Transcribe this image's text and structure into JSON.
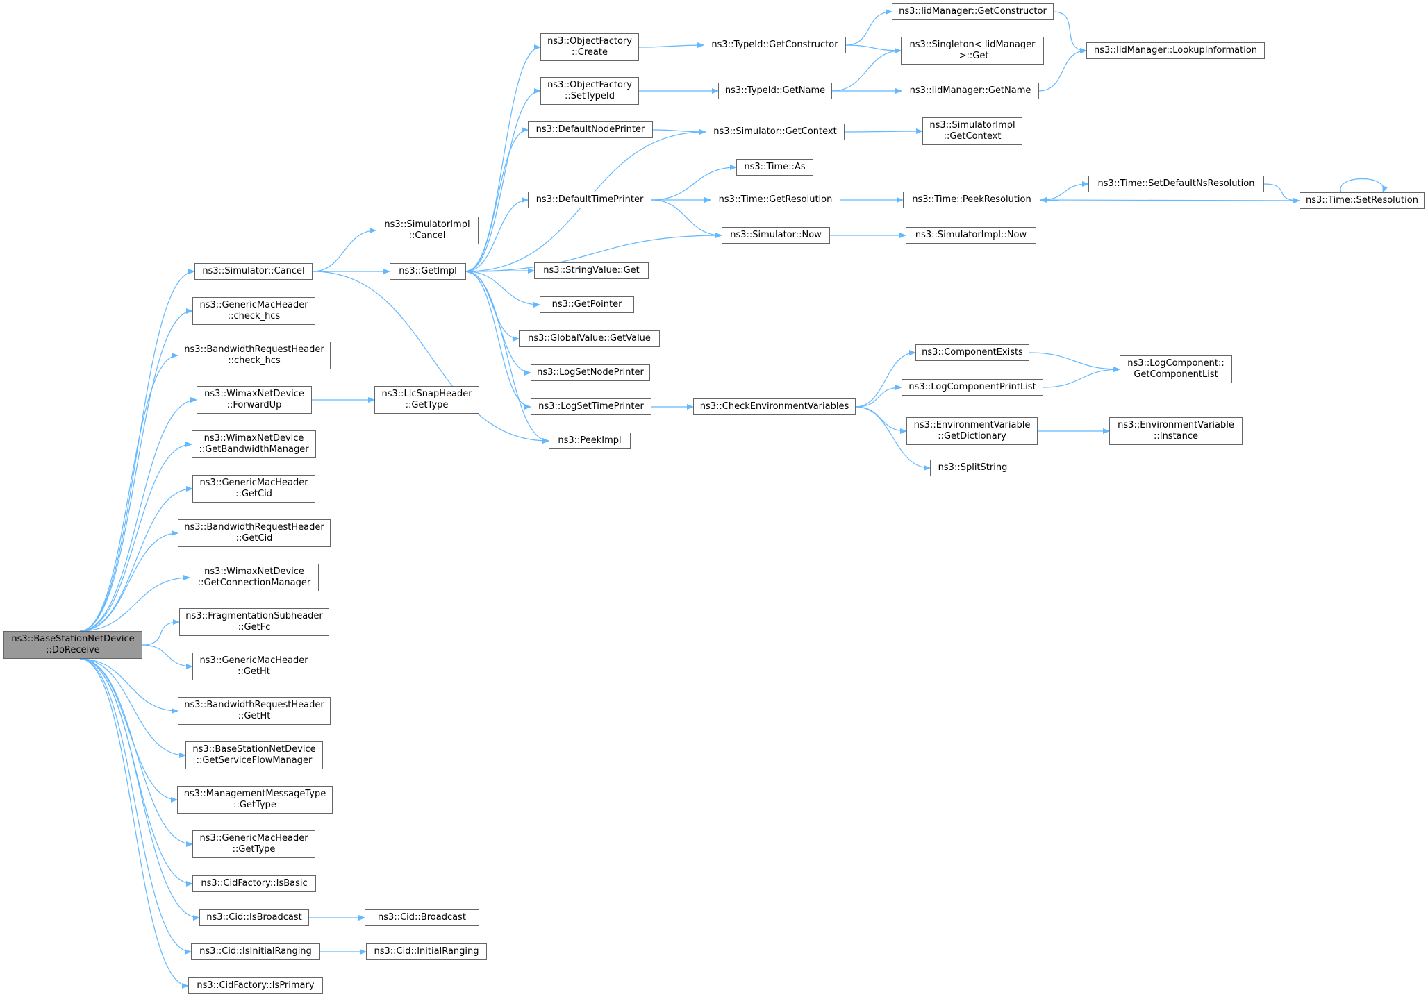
{
  "diagram": {
    "type": "call-graph",
    "colors": {
      "edge": "#63b8ff",
      "node_border": "#666666",
      "root_fill": "#999999",
      "node_fill": "#ffffff"
    },
    "root": "n_doreceive",
    "nodes": [
      {
        "id": "n_doreceive",
        "label": "ns3::BaseStationNetDevice\n::DoReceive"
      },
      {
        "id": "n_sim_cancel",
        "label": "ns3::Simulator::Cancel"
      },
      {
        "id": "n_gmh_check_hcs",
        "label": "ns3::GenericMacHeader\n::check_hcs"
      },
      {
        "id": "n_brh_check_hcs",
        "label": "ns3::BandwidthRequestHeader\n::check_hcs"
      },
      {
        "id": "n_wnd_forwardup",
        "label": "ns3::WimaxNetDevice\n::ForwardUp"
      },
      {
        "id": "n_wnd_getbwmgr",
        "label": "ns3::WimaxNetDevice\n::GetBandwidthManager"
      },
      {
        "id": "n_gmh_getcid",
        "label": "ns3::GenericMacHeader\n::GetCid"
      },
      {
        "id": "n_brh_getcid",
        "label": "ns3::BandwidthRequestHeader\n::GetCid"
      },
      {
        "id": "n_wnd_getconnmgr",
        "label": "ns3::WimaxNetDevice\n::GetConnectionManager"
      },
      {
        "id": "n_frag_getfc",
        "label": "ns3::FragmentationSubheader\n::GetFc"
      },
      {
        "id": "n_gmh_getht",
        "label": "ns3::GenericMacHeader\n::GetHt"
      },
      {
        "id": "n_brh_getht",
        "label": "ns3::BandwidthRequestHeader\n::GetHt"
      },
      {
        "id": "n_bsnd_getsfm",
        "label": "ns3::BaseStationNetDevice\n::GetServiceFlowManager"
      },
      {
        "id": "n_mmt_gettype",
        "label": "ns3::ManagementMessageType\n::GetType"
      },
      {
        "id": "n_gmh_gettype",
        "label": "ns3::GenericMacHeader\n::GetType"
      },
      {
        "id": "n_cidf_isbasic",
        "label": "ns3::CidFactory::IsBasic"
      },
      {
        "id": "n_cid_isbroadcast",
        "label": "ns3::Cid::IsBroadcast"
      },
      {
        "id": "n_cid_isinitial",
        "label": "ns3::Cid::IsInitialRanging"
      },
      {
        "id": "n_cidf_isprimary",
        "label": "ns3::CidFactory::IsPrimary"
      },
      {
        "id": "n_simimpl_cancel",
        "label": "ns3::SimulatorImpl\n::Cancel"
      },
      {
        "id": "n_getimpl",
        "label": "ns3::GetImpl"
      },
      {
        "id": "n_llc_gettype",
        "label": "ns3::LlcSnapHeader\n::GetType"
      },
      {
        "id": "n_cid_broadcast",
        "label": "ns3::Cid::Broadcast"
      },
      {
        "id": "n_cid_initial",
        "label": "ns3::Cid::InitialRanging"
      },
      {
        "id": "n_of_create",
        "label": "ns3::ObjectFactory\n::Create"
      },
      {
        "id": "n_of_settypeid",
        "label": "ns3::ObjectFactory\n::SetTypeId"
      },
      {
        "id": "n_defnodeprinter",
        "label": "ns3::DefaultNodePrinter"
      },
      {
        "id": "n_deftimeprinter",
        "label": "ns3::DefaultTimePrinter"
      },
      {
        "id": "n_stringvalue_get",
        "label": "ns3::StringValue::Get"
      },
      {
        "id": "n_getpointer",
        "label": "ns3::GetPointer"
      },
      {
        "id": "n_gv_getvalue",
        "label": "ns3::GlobalValue::GetValue"
      },
      {
        "id": "n_logsetnodeprinter",
        "label": "ns3::LogSetNodePrinter"
      },
      {
        "id": "n_logsettimeprinter",
        "label": "ns3::LogSetTimePrinter"
      },
      {
        "id": "n_peekimpl",
        "label": "ns3::PeekImpl"
      },
      {
        "id": "n_typeid_getctor",
        "label": "ns3::TypeId::GetConstructor"
      },
      {
        "id": "n_typeid_getname",
        "label": "ns3::TypeId::GetName"
      },
      {
        "id": "n_sim_getcontext",
        "label": "ns3::Simulator::GetContext"
      },
      {
        "id": "n_time_as",
        "label": "ns3::Time::As"
      },
      {
        "id": "n_time_getres",
        "label": "ns3::Time::GetResolution"
      },
      {
        "id": "n_sim_now",
        "label": "ns3::Simulator::Now"
      },
      {
        "id": "n_checkenv",
        "label": "ns3::CheckEnvironmentVariables"
      },
      {
        "id": "n_iid_getctor",
        "label": "ns3::IidManager::GetConstructor"
      },
      {
        "id": "n_singleton_get",
        "label": "ns3::Singleton< IidManager\n >::Get"
      },
      {
        "id": "n_iid_getname",
        "label": "ns3::IidManager::GetName"
      },
      {
        "id": "n_simimpl_getcontext",
        "label": "ns3::SimulatorImpl\n::GetContext"
      },
      {
        "id": "n_time_peekres",
        "label": "ns3::Time::PeekResolution"
      },
      {
        "id": "n_simimpl_now",
        "label": "ns3::SimulatorImpl::Now"
      },
      {
        "id": "n_compexists",
        "label": "ns3::ComponentExists"
      },
      {
        "id": "n_logcompprintlist",
        "label": "ns3::LogComponentPrintList"
      },
      {
        "id": "n_envvar_getdict",
        "label": "ns3::EnvironmentVariable\n::GetDictionary"
      },
      {
        "id": "n_splitstring",
        "label": "ns3::SplitString"
      },
      {
        "id": "n_iid_lookup",
        "label": "ns3::IidManager::LookupInformation"
      },
      {
        "id": "n_time_setdefaultns",
        "label": "ns3::Time::SetDefaultNsResolution"
      },
      {
        "id": "n_time_setres",
        "label": "ns3::Time::SetResolution"
      },
      {
        "id": "n_logcomp_getlist",
        "label": "ns3::LogComponent::\nGetComponentList"
      },
      {
        "id": "n_envvar_instance",
        "label": "ns3::EnvironmentVariable\n::Instance"
      }
    ],
    "edges": [
      [
        "n_doreceive",
        "n_sim_cancel"
      ],
      [
        "n_doreceive",
        "n_gmh_check_hcs"
      ],
      [
        "n_doreceive",
        "n_brh_check_hcs"
      ],
      [
        "n_doreceive",
        "n_wnd_forwardup"
      ],
      [
        "n_doreceive",
        "n_wnd_getbwmgr"
      ],
      [
        "n_doreceive",
        "n_gmh_getcid"
      ],
      [
        "n_doreceive",
        "n_brh_getcid"
      ],
      [
        "n_doreceive",
        "n_wnd_getconnmgr"
      ],
      [
        "n_doreceive",
        "n_frag_getfc"
      ],
      [
        "n_doreceive",
        "n_gmh_getht"
      ],
      [
        "n_doreceive",
        "n_brh_getht"
      ],
      [
        "n_doreceive",
        "n_bsnd_getsfm"
      ],
      [
        "n_doreceive",
        "n_mmt_gettype"
      ],
      [
        "n_doreceive",
        "n_gmh_gettype"
      ],
      [
        "n_doreceive",
        "n_cidf_isbasic"
      ],
      [
        "n_doreceive",
        "n_cid_isbroadcast"
      ],
      [
        "n_doreceive",
        "n_cid_isinitial"
      ],
      [
        "n_doreceive",
        "n_cidf_isprimary"
      ],
      [
        "n_sim_cancel",
        "n_simimpl_cancel"
      ],
      [
        "n_sim_cancel",
        "n_getimpl"
      ],
      [
        "n_sim_cancel",
        "n_peekimpl"
      ],
      [
        "n_wnd_forwardup",
        "n_llc_gettype"
      ],
      [
        "n_cid_isbroadcast",
        "n_cid_broadcast"
      ],
      [
        "n_cid_isinitial",
        "n_cid_initial"
      ],
      [
        "n_getimpl",
        "n_of_create"
      ],
      [
        "n_getimpl",
        "n_of_settypeid"
      ],
      [
        "n_getimpl",
        "n_defnodeprinter"
      ],
      [
        "n_getimpl",
        "n_deftimeprinter"
      ],
      [
        "n_getimpl",
        "n_stringvalue_get"
      ],
      [
        "n_getimpl",
        "n_getpointer"
      ],
      [
        "n_getimpl",
        "n_gv_getvalue"
      ],
      [
        "n_getimpl",
        "n_logsetnodeprinter"
      ],
      [
        "n_getimpl",
        "n_logsettimeprinter"
      ],
      [
        "n_getimpl",
        "n_peekimpl"
      ],
      [
        "n_sim_getcontext",
        "n_getimpl"
      ],
      [
        "n_sim_now",
        "n_getimpl"
      ],
      [
        "n_of_create",
        "n_typeid_getctor"
      ],
      [
        "n_of_settypeid",
        "n_typeid_getname"
      ],
      [
        "n_defnodeprinter",
        "n_sim_getcontext"
      ],
      [
        "n_deftimeprinter",
        "n_time_as"
      ],
      [
        "n_deftimeprinter",
        "n_time_getres"
      ],
      [
        "n_deftimeprinter",
        "n_sim_now"
      ],
      [
        "n_logsettimeprinter",
        "n_checkenv"
      ],
      [
        "n_typeid_getctor",
        "n_iid_getctor"
      ],
      [
        "n_typeid_getctor",
        "n_singleton_get"
      ],
      [
        "n_typeid_getname",
        "n_singleton_get"
      ],
      [
        "n_typeid_getname",
        "n_iid_getname"
      ],
      [
        "n_sim_getcontext",
        "n_simimpl_getcontext"
      ],
      [
        "n_time_getres",
        "n_time_peekres"
      ],
      [
        "n_sim_now",
        "n_simimpl_now"
      ],
      [
        "n_checkenv",
        "n_compexists"
      ],
      [
        "n_checkenv",
        "n_logcompprintlist"
      ],
      [
        "n_checkenv",
        "n_envvar_getdict"
      ],
      [
        "n_checkenv",
        "n_splitstring"
      ],
      [
        "n_iid_getctor",
        "n_iid_lookup"
      ],
      [
        "n_iid_getname",
        "n_iid_lookup"
      ],
      [
        "n_time_peekres",
        "n_time_setdefaultns"
      ],
      [
        "n_time_setdefaultns",
        "n_time_setres"
      ],
      [
        "n_time_setres",
        "n_time_peekres"
      ],
      [
        "n_time_setres",
        "n_time_setres"
      ],
      [
        "n_compexists",
        "n_logcomp_getlist"
      ],
      [
        "n_logcompprintlist",
        "n_logcomp_getlist"
      ],
      [
        "n_envvar_getdict",
        "n_envvar_instance"
      ]
    ]
  }
}
